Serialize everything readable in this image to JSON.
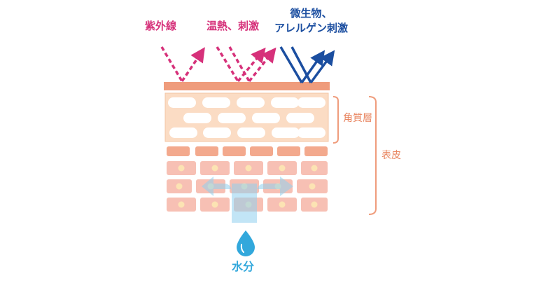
{
  "labels": {
    "uv": "紫外線",
    "heat": "温熱、刺激",
    "microbe_line1": "微生物、",
    "microbe_line2": "アレルゲン刺激",
    "stratum_corneum": "角質層",
    "epidermis": "表皮",
    "water": "水分"
  },
  "colors": {
    "magenta": "#d6317a",
    "blue": "#1b4ea0",
    "orange_text": "#e8845f",
    "skin_top": "#ef9c7c",
    "horny_bg": "#fbdcc4",
    "cell_row1": "#f3a98d",
    "cell_rows": "#f7c0b4",
    "nucleus": "#fce3b3",
    "water": "#8fd0ee",
    "water_text": "#32a8dc"
  },
  "icons": [
    "water-drop-icon",
    "arrow-icon"
  ]
}
